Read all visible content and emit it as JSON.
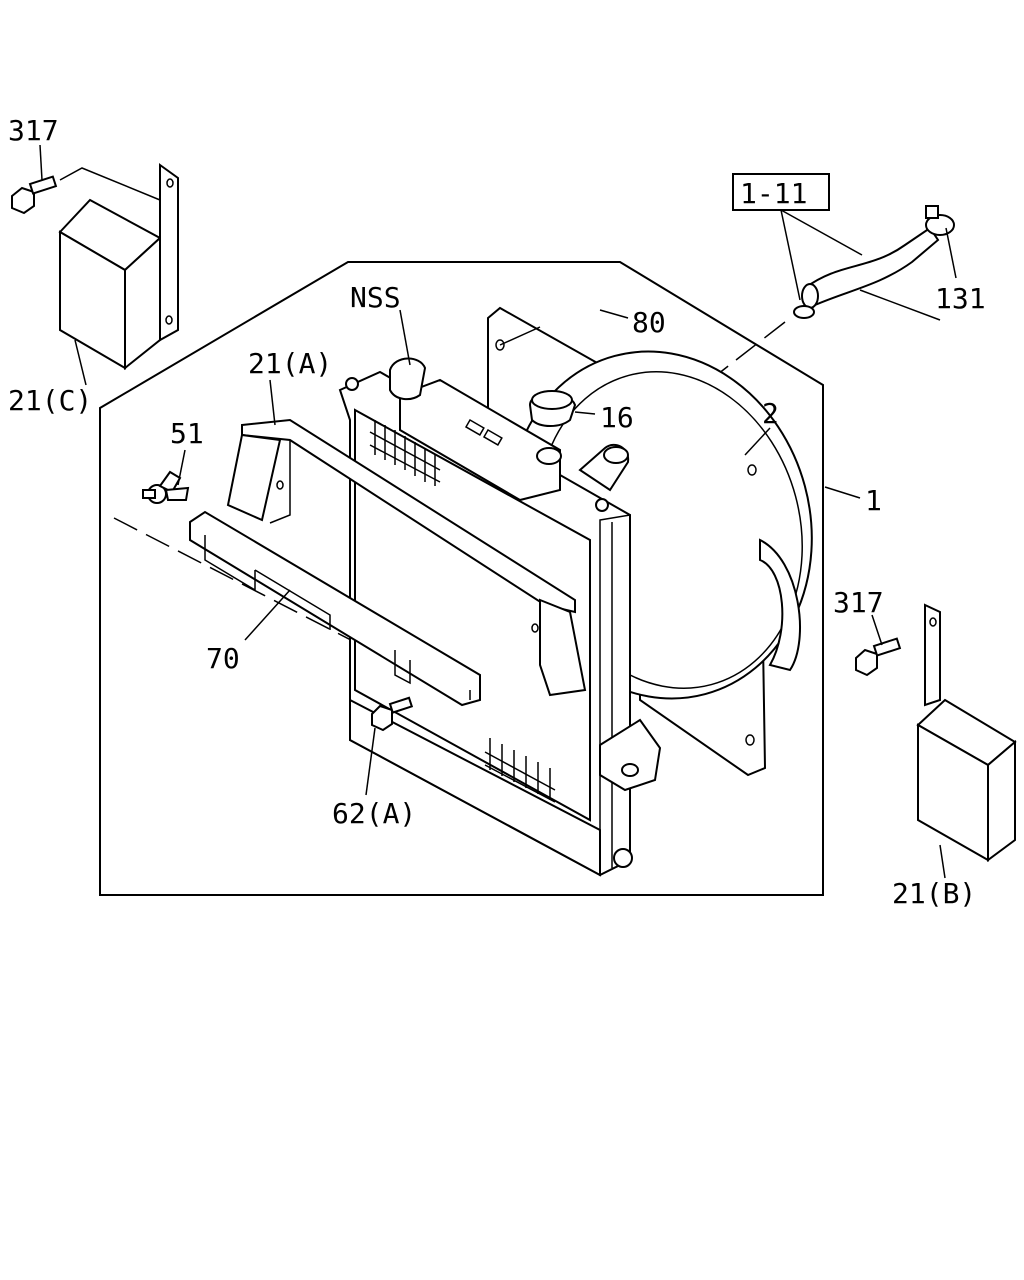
{
  "labels": {
    "l317_top": "317",
    "l21c": "21(C)",
    "l1_11": "1-11",
    "l131": "131",
    "lnss": "NSS",
    "l80": "80",
    "l21a": "21(A)",
    "l16": "16",
    "l2": "2",
    "l51": "51",
    "l1": "1",
    "l317_right": "317",
    "l70": "70",
    "l62a": "62(A)",
    "l21b": "21(B)"
  }
}
